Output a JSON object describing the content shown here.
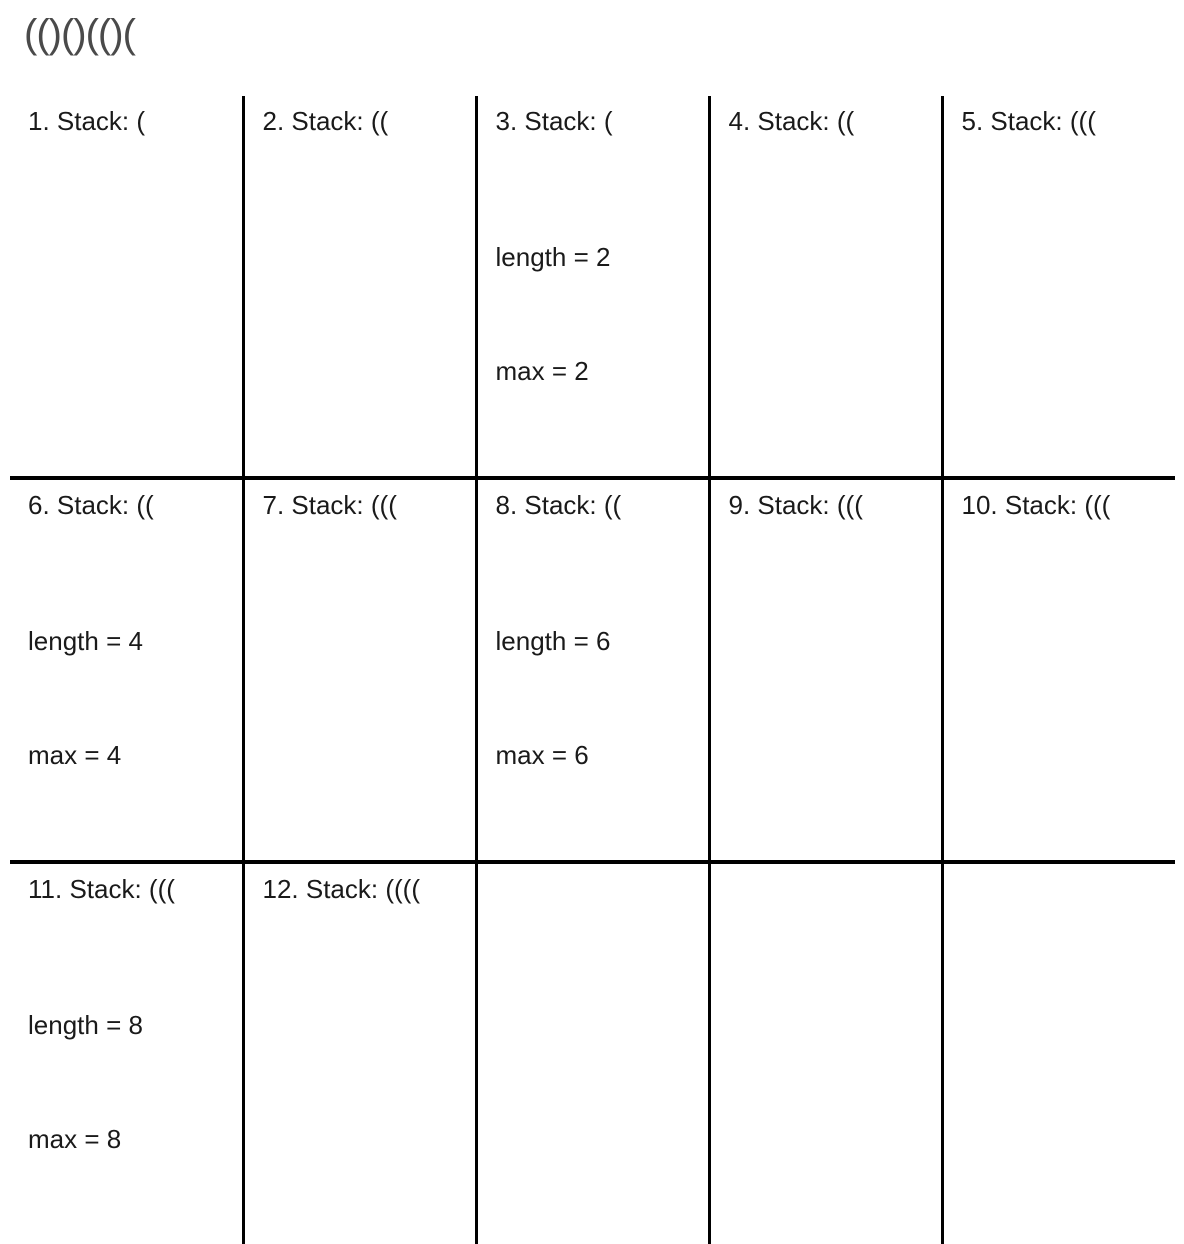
{
  "title": "(()()(()(",
  "table": {
    "columns": 5,
    "rows": [
      [
        {
          "head": "1. Stack: (",
          "metrics": []
        },
        {
          "head": "2. Stack: ((",
          "metrics": []
        },
        {
          "head": "3. Stack: (",
          "metrics": [
            "length = 2",
            "max = 2"
          ]
        },
        {
          "head": "4. Stack: ((",
          "metrics": []
        },
        {
          "head": "5. Stack: (((",
          "metrics": []
        }
      ],
      [
        {
          "head": "6. Stack: ((",
          "metrics": [
            "length = 4",
            "max = 4"
          ]
        },
        {
          "head": "7. Stack: (((",
          "metrics": []
        },
        {
          "head": "8. Stack: ((",
          "metrics": [
            "length = 6",
            "max = 6"
          ]
        },
        {
          "head": "9. Stack: (((",
          "metrics": []
        },
        {
          "head": "10. Stack: (((",
          "metrics": []
        }
      ],
      [
        {
          "head": "11. Stack: (((",
          "metrics": [
            "length = 8",
            "max = 8"
          ]
        },
        {
          "head": "12. Stack: ((((",
          "metrics": []
        },
        {
          "head": "",
          "metrics": []
        },
        {
          "head": "",
          "metrics": []
        },
        {
          "head": "",
          "metrics": []
        }
      ]
    ]
  },
  "colors": {
    "title": "#4a4a4a",
    "text": "#1a1a1a",
    "rule": "#000000",
    "background": "#ffffff"
  }
}
